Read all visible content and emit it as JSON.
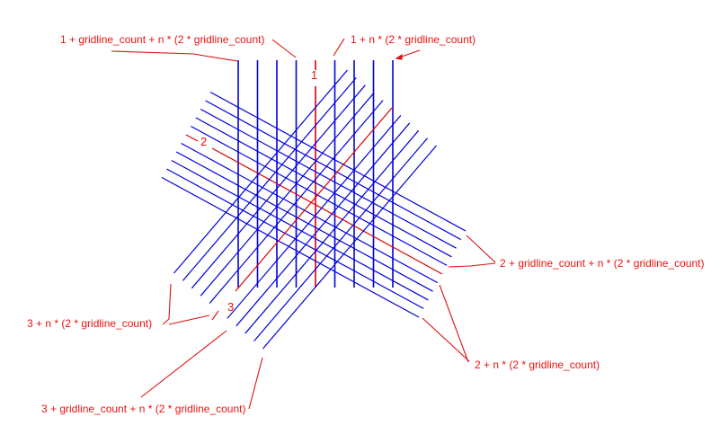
{
  "diagram": {
    "title": "",
    "colors": {
      "gridline": "#0000dd",
      "center_line": "#dd0000",
      "annotation": "#ee1111",
      "background": "#ffffff"
    },
    "families": [
      {
        "id": 1,
        "label": "1",
        "orientation": "vertical",
        "line_count": 9,
        "center_index": 4
      },
      {
        "id": 2,
        "label": "2",
        "orientation": "diagonal-down-right",
        "line_count": 11,
        "center_index": 5
      },
      {
        "id": 3,
        "label": "3",
        "orientation": "diagonal-up-right",
        "line_count": 11,
        "center_index": 5
      }
    ],
    "annotations": [
      {
        "id": "a1",
        "text": "1 + gridline_count + n * (2 * gridline_count)"
      },
      {
        "id": "a2",
        "text": "1 + n * (2 * gridline_count)"
      },
      {
        "id": "a3",
        "text": "2 + gridline_count + n * (2 * gridline_count)"
      },
      {
        "id": "a4",
        "text": "2 + n * (2 * gridline_count)"
      },
      {
        "id": "a5",
        "text": "3 + n * (2 * gridline_count)"
      },
      {
        "id": "a6",
        "text": "3 + gridline_count + n * (2 * gridline_count)"
      }
    ]
  }
}
